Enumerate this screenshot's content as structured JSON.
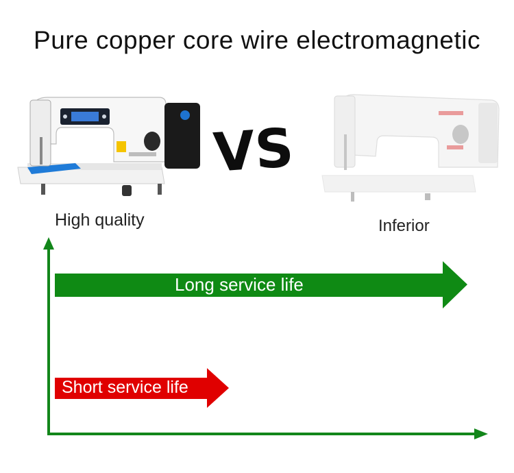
{
  "title": "Pure copper core wire electromagnetic",
  "left_caption": "High quality",
  "right_caption": "Inferior",
  "vs_text": "VS",
  "long_arrow_label": "Long service life",
  "short_arrow_label": "Short service life",
  "colors": {
    "long_arrow": "#0f8a14",
    "short_arrow": "#e00000",
    "axes": "#12861a"
  }
}
